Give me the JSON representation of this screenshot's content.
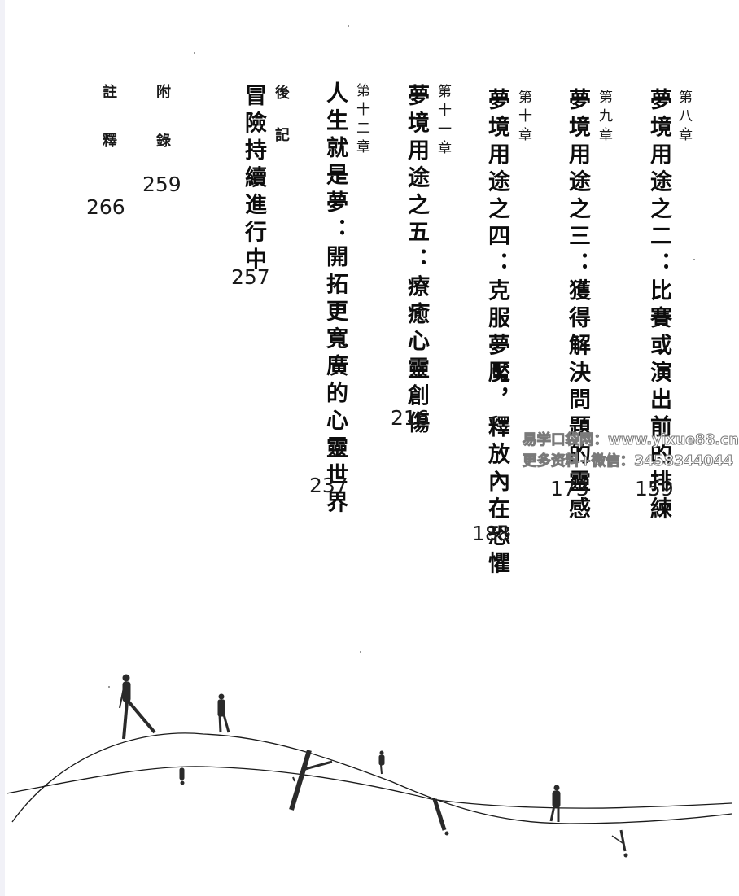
{
  "toc": {
    "entries": [
      {
        "label": "第八章",
        "title": "夢境用途之二：比賽或演出前的排練",
        "page": "159"
      },
      {
        "label": "第九章",
        "title": "夢境用途之三：獲得解決問題的靈感",
        "page": "173"
      },
      {
        "label": "第十章",
        "title": "夢境用途之四：克服夢魘，釋放內在恐懼",
        "page": "188"
      },
      {
        "label": "第十一章",
        "title": "夢境用途之五：療癒心靈創傷",
        "page": "216"
      },
      {
        "label": "第十二章",
        "title": "人生就是夢：開拓更寬廣的心靈世界",
        "page": "237"
      },
      {
        "label": "後記",
        "title": "冒險持續進行中",
        "page": "257"
      },
      {
        "label": "附錄",
        "title": "",
        "page": "259"
      },
      {
        "label": "註釋",
        "title": "",
        "page": "266"
      }
    ]
  },
  "watermark": {
    "line1": "易学口袋网：www.yixue88.cn",
    "line2": "更多资料+微信：3458344044"
  },
  "illustration": {
    "description": "line drawing of figures walking and hanging from two intersecting curved lines",
    "figure_count": 9,
    "stroke_color": "#1a1a1a"
  }
}
